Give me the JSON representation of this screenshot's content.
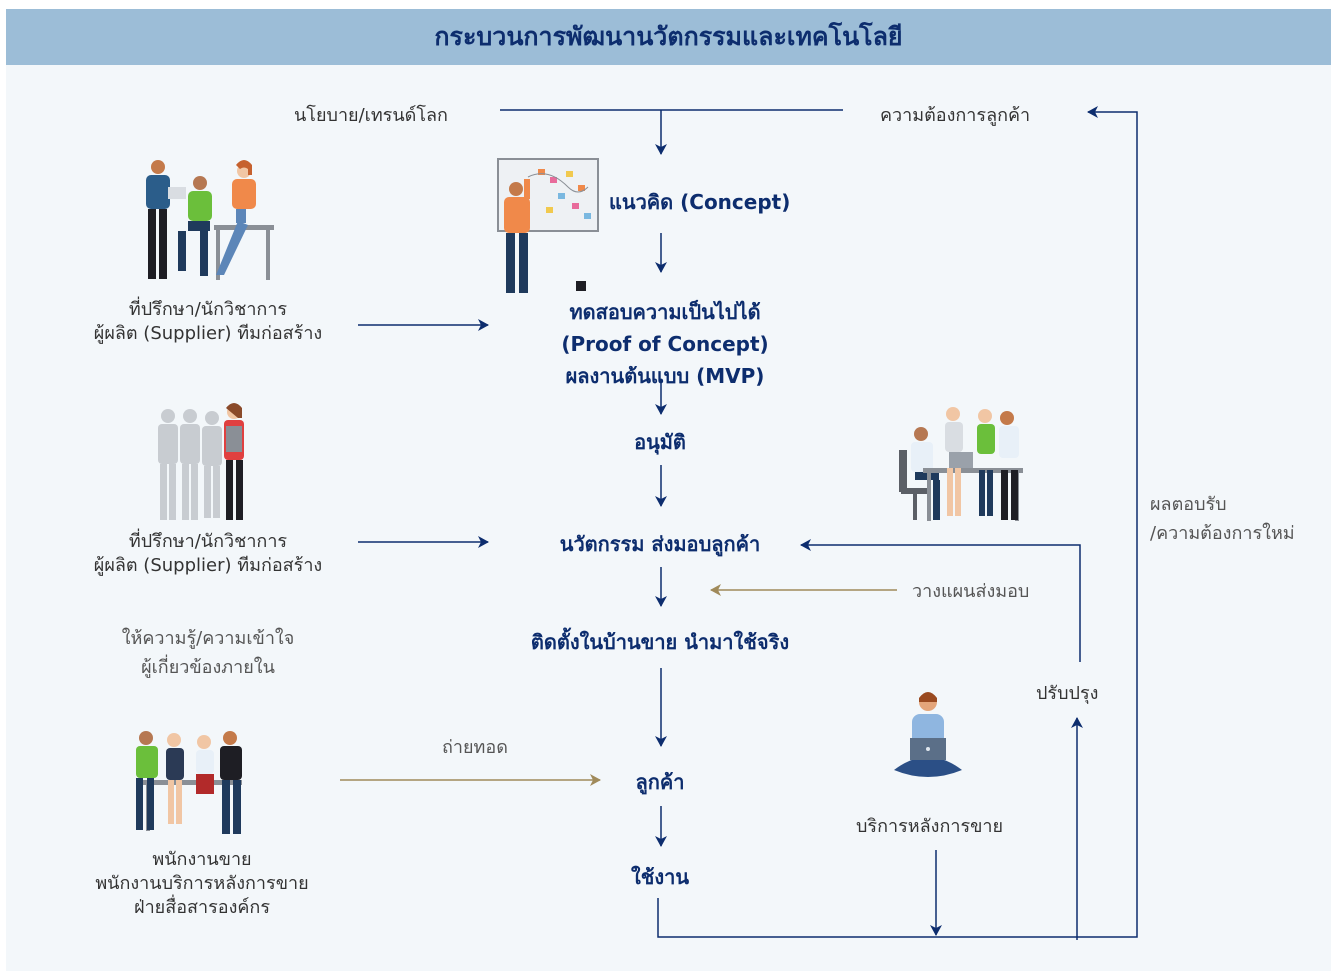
{
  "title": "กระบวนการพัฒนานวัตกรรมและเทคโนโลยี",
  "inputs": {
    "policy": "นโยบาย/เทรนด์โลก",
    "customer_needs": "ความต้องการลูกค้า"
  },
  "steps": {
    "concept": "แนวคิด (Concept)",
    "poc_line1": "ทดสอบความเป็นไปได้",
    "poc_line2": "(Proof of Concept)",
    "poc_line3": "ผลงานต้นแบบ (MVP)",
    "approve": "อนุมัติ",
    "innovation": "นวัตกรรม ส่งมอบลูกค้า",
    "install": "ติดตั้งในบ้านขาย นำมาใช้จริง",
    "customer": "ลูกค้า",
    "use": "ใช้งาน"
  },
  "stakeholders": {
    "group1_line1": "ที่ปรึกษา/นักวิชาการ",
    "group1_line2": "ผู้ผลิต (Supplier) ทีมก่อสร้าง",
    "group2_line1": "ที่ปรึกษา/นักวิชาการ",
    "group2_line2": "ผู้ผลิต (Supplier) ทีมก่อสร้าง",
    "knowledge_line1": "ให้ความรู้/ความเข้าใจ",
    "knowledge_line2": "ผู้เกี่ยวข้องภายใน",
    "staff_line1": "พนักงานขาย",
    "staff_line2": "พนักงานบริการหลังการขาย",
    "staff_line3": "ฝ่ายสื่อสารองค์กร"
  },
  "flows": {
    "transfer": "ถ่ายทอด",
    "delivery_plan": "วางแผนส่งมอบ",
    "after_sales": "บริการหลังการขาย",
    "improve": "ปรับปรุง",
    "feedback_line1": "ผลตอบรับ",
    "feedback_line2": "/ความต้องการใหม่"
  },
  "colors": {
    "banner": "#9cbdd7",
    "title_text": "#0d2d6e",
    "arrow_navy": "#0d2d6e",
    "arrow_gold": "#a08a5a",
    "background": "#f3f7fa"
  }
}
